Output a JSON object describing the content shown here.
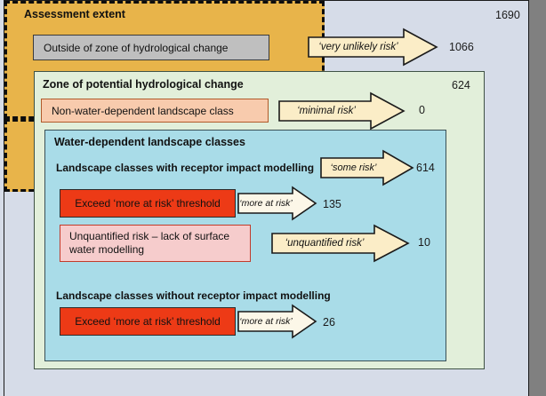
{
  "diagram": {
    "title": "Assessment extent",
    "total_count": "1690",
    "levels": {
      "outside_zone": {
        "label": "Outside of zone of hydrological change",
        "risk_label": "‘very unlikely risk’",
        "count": "1066",
        "fill": "#BFBFBF"
      },
      "zone_potential": {
        "label": "Zone of potential hydrological change",
        "count": "624",
        "fill": "#E2EFDA"
      },
      "non_water_dependent": {
        "label": "Non-water-dependent landscape class",
        "risk_label": "‘minimal risk’",
        "count": "0",
        "fill": "#F8CBAD"
      },
      "water_dependent": {
        "label": "Water-dependent landscape classes",
        "fill": "#A9DCE8"
      },
      "with_rim": {
        "label": "Landscape classes with receptor impact modelling",
        "risk_label": "‘some risk’",
        "count": "614",
        "fill": "#E8B44A"
      },
      "exceed_threshold_with_rim": {
        "label": "Exceed ‘more at risk’ threshold",
        "risk_label": "‘more at risk’",
        "count": "135",
        "fill": "#ED3A16"
      },
      "unquantified": {
        "label": "Unquantified risk – lack of surface water modelling",
        "risk_label": "‘unquantified risk’",
        "count": "10",
        "fill": "#F6CCCC"
      },
      "without_rim": {
        "label": "Landscape classes without receptor impact modelling",
        "fill": "#E8B44A"
      },
      "exceed_threshold_without_rim": {
        "label": "Exceed ‘more at risk’ threshold",
        "risk_label": "‘more at risk’",
        "count": "26",
        "fill": "#ED3A16"
      }
    },
    "colors": {
      "page_background": "#D6DCE8",
      "arrow_fill": "#FBEDC7",
      "arrow_fill_pale": "#FCF7E8",
      "outline": "#1a1a1a"
    }
  }
}
